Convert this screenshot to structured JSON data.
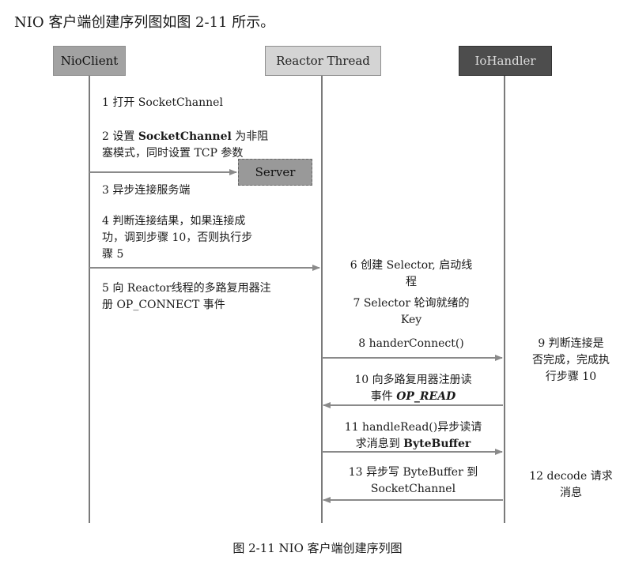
{
  "intro": "NIO 客户端创建序列图如图 2-11 所示。",
  "participants": {
    "client": "NioClient",
    "reactor": "Reactor Thread",
    "handler": "IoHandler"
  },
  "server": "Server",
  "steps": {
    "s1": "1  打开  SocketChannel",
    "s2a": "2  设置 ",
    "s2b": "SocketChannel",
    "s2c": " 为非阻",
    "s2d": "塞模式，同时设置 TCP 参数",
    "s3": "3  异步连接服务端",
    "s4a": "4  判断连接结果，如果连接成",
    "s4b": "功，调到步骤  10，否则执行步",
    "s4c": "骤 5",
    "s5a": "5  向 Reactor线程的多路复用器注",
    "s5b": "册 OP_CONNECT 事件",
    "s6a": "6  创建 Selector, 启动线",
    "s6b": "程",
    "s7a": "7 Selector 轮询就绪的",
    "s7b": "Key",
    "s8": "8 handerConnect()",
    "s9a": "9  判断连接是",
    "s9b": "否完成，完成执",
    "s9c": "行步骤 10",
    "s10a": "10  向多路复用器注册读",
    "s10b": "事件 ",
    "s10c": "OP_READ",
    "s11a": "11 handleRead()异步读请",
    "s11b": "求消息到 ",
    "s11c": "ByteBuffer",
    "s12a": "12 decode  请求",
    "s12b": "消息",
    "s13a": "13  异步写  ByteBuffer 到",
    "s13b": "SocketChannel"
  },
  "caption": "图 2-11    NIO 客户端创建序列图"
}
